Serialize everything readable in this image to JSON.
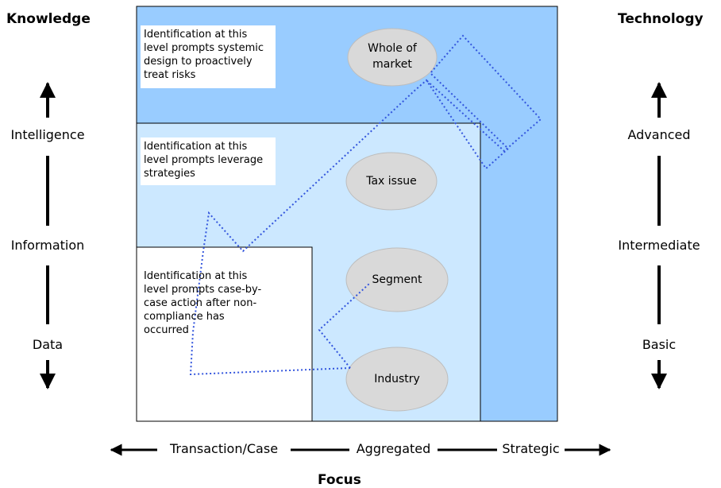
{
  "colors": {
    "outer_fill": "#99ccff",
    "middle_fill": "#cce8ff",
    "inner_fill": "#ffffff",
    "oval_fill": "#d9d9d9",
    "oval_stroke": "#bdbdbd",
    "path_stroke": "#3355dd"
  },
  "headings": {
    "left": "Knowledge",
    "right": "Technology",
    "bottom": "Focus"
  },
  "left_axis": {
    "arrow_icon": "double-arrow-vertical-icon",
    "levels": [
      "Intelligence",
      "Information",
      "Data"
    ]
  },
  "right_axis": {
    "arrow_icon": "double-arrow-vertical-icon",
    "levels": [
      "Advanced",
      "Intermediate",
      "Basic"
    ]
  },
  "bottom_axis": {
    "arrow_icon": "double-arrow-horizontal-icon",
    "levels": [
      "Transaction/Case",
      "Aggregated",
      "Strategic"
    ]
  },
  "notes": {
    "outer": "Identification at this\nlevel prompts systemic\ndesign to proactively\ntreat risks",
    "middle": "Identification at this\nlevel prompts leverage\nstrategies",
    "inner": "Identification at this\nlevel prompts case-by-\ncase action after non-\ncompliance has\noccurred"
  },
  "ovals": {
    "whole_market": "Whole of\nmarket",
    "tax_issue": "Tax issue",
    "segment": "Segment",
    "industry": "Industry"
  }
}
